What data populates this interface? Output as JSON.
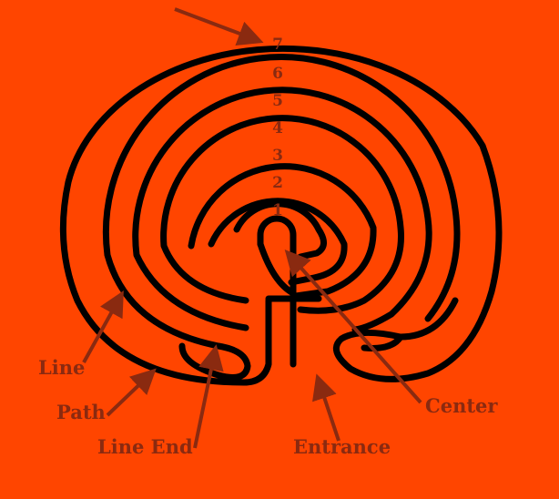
{
  "ring_numbers": [
    "1",
    "2",
    "3",
    "4",
    "5",
    "6",
    "7"
  ],
  "labels": {
    "line": "Line",
    "path": "Path",
    "line_end": "Line End",
    "entrance": "Entrance",
    "center": "Center"
  },
  "colors": {
    "background": "#ff4500",
    "walls": "#000000",
    "annotations": "#8a2a10"
  }
}
